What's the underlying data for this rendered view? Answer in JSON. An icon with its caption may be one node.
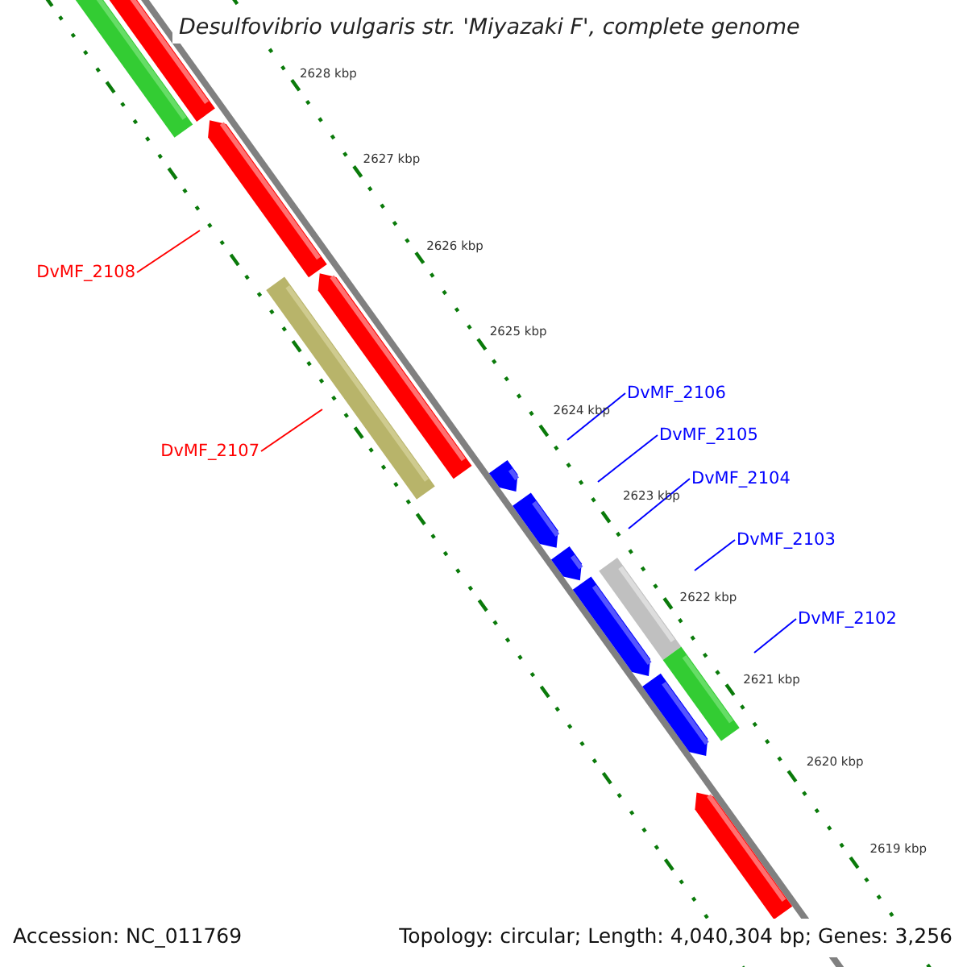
{
  "diagram": {
    "title": "Desulfovibrio vulgaris str. 'Miyazaki F', complete genome",
    "nodes": [
      {
        "text": [
          "DvMF_2108"
        ]
      },
      {
        "text": [
          "DvMF_2107"
        ]
      },
      {
        "text": [
          "DvMF_2106"
        ]
      },
      {
        "text": [
          "DvMF_2105"
        ]
      },
      {
        "text": [
          "DvMF_2104"
        ]
      },
      {
        "text": [
          "DvMF_2103"
        ]
      },
      {
        "text": [
          "DvMF_2102"
        ]
      }
    ],
    "edges": [
      {
        "from": 0,
        "to": null,
        "arrow": "none",
        "color": "#ff0000"
      },
      {
        "from": 1,
        "to": null,
        "arrow": "none",
        "color": "#ff0000"
      },
      {
        "from": 2,
        "to": null,
        "arrow": "none"
      },
      {
        "from": 3,
        "to": null,
        "arrow": "none"
      },
      {
        "from": 4,
        "to": null,
        "arrow": "none"
      },
      {
        "from": 5,
        "to": null,
        "arrow": "none"
      },
      {
        "from": 6,
        "to": null,
        "arrow": "none"
      }
    ],
    "labels": [
      "2628 kbp",
      "2627 kbp",
      "2626 kbp",
      "2625 kbp",
      "2624 kbp",
      "2623 kbp",
      "2622 kbp",
      "2621 kbp",
      "2620 kbp",
      "2619 kbp",
      "Accession: NC_011769",
      "Topology: circular; Length: 4,040,304 bp; Genes: 3,256"
    ]
  }
}
